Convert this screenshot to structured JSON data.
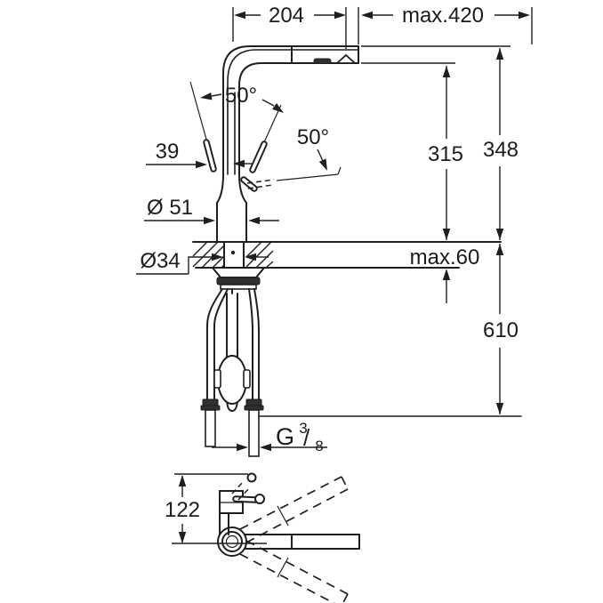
{
  "dimensions": {
    "spout_reach": "204",
    "pullout_extension_max": "max.420",
    "lever_angle_left": "50°",
    "lever_angle_right": "50°",
    "lever_offset": "39",
    "spout_outlet_height": "315",
    "overall_height": "348",
    "body_diameter": "Ø 51",
    "mounting_hole_diameter": "Ø34",
    "deck_thickness_max": "max.60",
    "hose_length_below_deck": "610",
    "handle_projection": "122"
  },
  "thread_label": {
    "prefix": "G",
    "numerator": "3",
    "slash": "/",
    "denominator": "8"
  },
  "colors": {
    "line": "#1f1f1f",
    "background": "#ffffff",
    "dark_fill": "#2f2f2f"
  }
}
